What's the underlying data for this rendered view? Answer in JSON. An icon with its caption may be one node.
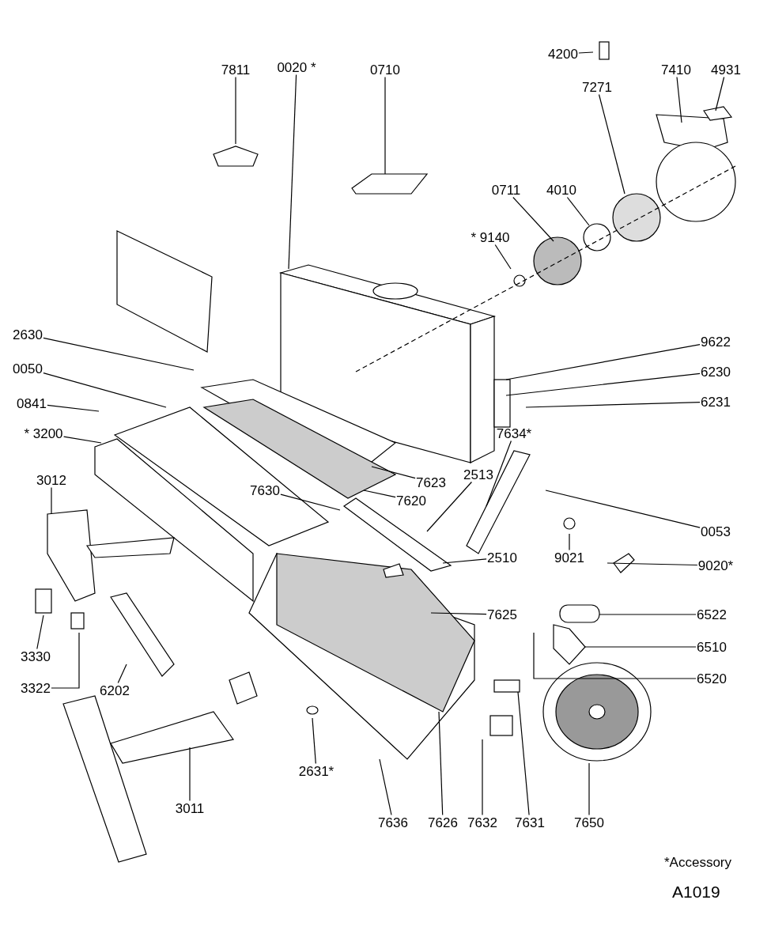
{
  "diagram": {
    "nodes": [
      {
        "text": [
          "7811"
        ]
      },
      {
        "text": [
          "0020 *"
        ]
      },
      {
        "text": [
          "0710"
        ]
      },
      {
        "text": [
          "4200"
        ]
      },
      {
        "text": [
          "7410"
        ]
      },
      {
        "text": [
          "4931"
        ]
      },
      {
        "text": [
          "7271"
        ]
      },
      {
        "text": [
          "0711"
        ]
      },
      {
        "text": [
          "4010"
        ]
      },
      {
        "text": [
          "* 9140"
        ]
      },
      {
        "text": [
          "2630"
        ]
      },
      {
        "text": [
          "9622"
        ]
      },
      {
        "text": [
          "0050"
        ]
      },
      {
        "text": [
          "6230"
        ]
      },
      {
        "text": [
          "0841"
        ]
      },
      {
        "text": [
          "6231"
        ]
      },
      {
        "text": [
          "* 3200"
        ]
      },
      {
        "text": [
          "7634*"
        ]
      },
      {
        "text": [
          "2513"
        ]
      },
      {
        "text": [
          "7623"
        ]
      },
      {
        "text": [
          "3012"
        ]
      },
      {
        "text": [
          "7630"
        ]
      },
      {
        "text": [
          "7620"
        ]
      },
      {
        "text": [
          "0053"
        ]
      },
      {
        "text": [
          "2510"
        ]
      },
      {
        "text": [
          "9021"
        ]
      },
      {
        "text": [
          "9020*"
        ]
      },
      {
        "text": [
          "6522"
        ]
      },
      {
        "text": [
          "7625"
        ]
      },
      {
        "text": [
          "6510"
        ]
      },
      {
        "text": [
          "3330"
        ]
      },
      {
        "text": [
          "6520"
        ]
      },
      {
        "text": [
          "3322"
        ]
      },
      {
        "text": [
          "6202"
        ]
      },
      {
        "text": [
          "2631*"
        ]
      },
      {
        "text": [
          "3011"
        ]
      },
      {
        "text": [
          "7636"
        ]
      },
      {
        "text": [
          "7626"
        ]
      },
      {
        "text": [
          "7632"
        ]
      },
      {
        "text": [
          "7631"
        ]
      },
      {
        "text": [
          "7650"
        ]
      }
    ],
    "edges": [
      {
        "from": 0,
        "to": null,
        "arrow": "none"
      },
      {
        "from": 1,
        "to": null,
        "arrow": "none"
      },
      {
        "from": 2,
        "to": null,
        "arrow": "none"
      },
      {
        "from": 3,
        "to": null,
        "arrow": "none"
      },
      {
        "from": 4,
        "to": null,
        "arrow": "none"
      },
      {
        "from": 5,
        "to": null,
        "arrow": "none"
      },
      {
        "from": 6,
        "to": null,
        "arrow": "none"
      },
      {
        "from": 7,
        "to": null,
        "arrow": "none"
      },
      {
        "from": 8,
        "to": null,
        "arrow": "none"
      },
      {
        "from": 9,
        "to": null,
        "arrow": "none"
      },
      {
        "from": 10,
        "to": null,
        "arrow": "none"
      },
      {
        "from": 11,
        "to": null,
        "arrow": "none"
      },
      {
        "from": 12,
        "to": null,
        "arrow": "none"
      },
      {
        "from": 13,
        "to": null,
        "arrow": "none"
      },
      {
        "from": 14,
        "to": null,
        "arrow": "none"
      },
      {
        "from": 15,
        "to": null,
        "arrow": "none"
      },
      {
        "from": 16,
        "to": null,
        "arrow": "none"
      },
      {
        "from": 17,
        "to": null,
        "arrow": "none"
      },
      {
        "from": 18,
        "to": null,
        "arrow": "none"
      },
      {
        "from": 19,
        "to": null,
        "arrow": "none"
      },
      {
        "from": 20,
        "to": null,
        "arrow": "none"
      },
      {
        "from": 21,
        "to": null,
        "arrow": "none"
      },
      {
        "from": 22,
        "to": null,
        "arrow": "none"
      },
      {
        "from": 23,
        "to": null,
        "arrow": "none"
      },
      {
        "from": 24,
        "to": null,
        "arrow": "none"
      },
      {
        "from": 25,
        "to": null,
        "arrow": "none"
      },
      {
        "from": 26,
        "to": null,
        "arrow": "none"
      },
      {
        "from": 27,
        "to": null,
        "arrow": "none"
      },
      {
        "from": 28,
        "to": null,
        "arrow": "none"
      },
      {
        "from": 29,
        "to": null,
        "arrow": "none"
      },
      {
        "from": 30,
        "to": null,
        "arrow": "none"
      },
      {
        "from": 31,
        "to": null,
        "arrow": "none"
      },
      {
        "from": 32,
        "to": null,
        "arrow": "none"
      },
      {
        "from": 33,
        "to": null,
        "arrow": "none"
      },
      {
        "from": 34,
        "to": null,
        "arrow": "none"
      },
      {
        "from": 35,
        "to": null,
        "arrow": "none"
      },
      {
        "from": 36,
        "to": null,
        "arrow": "none"
      },
      {
        "from": 37,
        "to": null,
        "arrow": "none"
      },
      {
        "from": 38,
        "to": null,
        "arrow": "none"
      },
      {
        "from": 39,
        "to": null,
        "arrow": "none"
      },
      {
        "from": 40,
        "to": null,
        "arrow": "none"
      }
    ],
    "labels": [
      "*Accessory",
      "A1019"
    ]
  }
}
